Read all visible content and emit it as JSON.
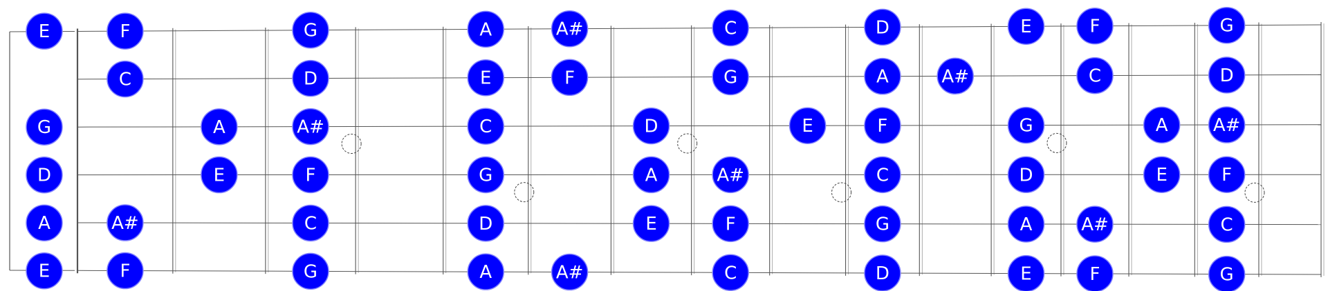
{
  "colors": {
    "note_fill": "#0000ff",
    "note_text": "#ffffff",
    "line": "#555555",
    "marker": "#444444"
  },
  "strings": [
    {
      "open": "E",
      "notes": [
        {
          "fret": 1,
          "label": "F"
        },
        {
          "fret": 3,
          "label": "G"
        },
        {
          "fret": 5,
          "label": "A"
        },
        {
          "fret": 6,
          "label": "A#"
        },
        {
          "fret": 8,
          "label": "C"
        },
        {
          "fret": 10,
          "label": "D"
        },
        {
          "fret": 12,
          "label": "E"
        },
        {
          "fret": 13,
          "label": "F"
        },
        {
          "fret": 15,
          "label": "G"
        }
      ]
    },
    {
      "open": "",
      "notes": [
        {
          "fret": 1,
          "label": "C"
        },
        {
          "fret": 3,
          "label": "D"
        },
        {
          "fret": 5,
          "label": "E"
        },
        {
          "fret": 6,
          "label": "F"
        },
        {
          "fret": 8,
          "label": "G"
        },
        {
          "fret": 10,
          "label": "A"
        },
        {
          "fret": 11,
          "label": "A#"
        },
        {
          "fret": 13,
          "label": "C"
        },
        {
          "fret": 15,
          "label": "D"
        }
      ]
    },
    {
      "open": "G",
      "notes": [
        {
          "fret": 2,
          "label": "A"
        },
        {
          "fret": 3,
          "label": "A#"
        },
        {
          "fret": 5,
          "label": "C"
        },
        {
          "fret": 7,
          "label": "D"
        },
        {
          "fret": 9,
          "label": "E"
        },
        {
          "fret": 10,
          "label": "F"
        },
        {
          "fret": 12,
          "label": "G"
        },
        {
          "fret": 14,
          "label": "A"
        },
        {
          "fret": 15,
          "label": "A#"
        }
      ]
    },
    {
      "open": "D",
      "notes": [
        {
          "fret": 2,
          "label": "E"
        },
        {
          "fret": 3,
          "label": "F"
        },
        {
          "fret": 5,
          "label": "G"
        },
        {
          "fret": 7,
          "label": "A"
        },
        {
          "fret": 8,
          "label": "A#"
        },
        {
          "fret": 10,
          "label": "C"
        },
        {
          "fret": 12,
          "label": "D"
        },
        {
          "fret": 14,
          "label": "E"
        },
        {
          "fret": 15,
          "label": "F"
        }
      ]
    },
    {
      "open": "A",
      "notes": [
        {
          "fret": 1,
          "label": "A#"
        },
        {
          "fret": 3,
          "label": "C"
        },
        {
          "fret": 5,
          "label": "D"
        },
        {
          "fret": 7,
          "label": "E"
        },
        {
          "fret": 8,
          "label": "F"
        },
        {
          "fret": 10,
          "label": "G"
        },
        {
          "fret": 12,
          "label": "A"
        },
        {
          "fret": 13,
          "label": "A#"
        },
        {
          "fret": 15,
          "label": "C"
        }
      ]
    },
    {
      "open": "E",
      "notes": [
        {
          "fret": 1,
          "label": "F"
        },
        {
          "fret": 3,
          "label": "G"
        },
        {
          "fret": 5,
          "label": "A"
        },
        {
          "fret": 6,
          "label": "A#"
        },
        {
          "fret": 8,
          "label": "C"
        },
        {
          "fret": 10,
          "label": "D"
        },
        {
          "fret": 12,
          "label": "E"
        },
        {
          "fret": 13,
          "label": "F"
        },
        {
          "fret": 15,
          "label": "G"
        }
      ]
    }
  ],
  "fret_count": 16,
  "inlay_frets": [
    3,
    5,
    7,
    9,
    12,
    15
  ]
}
